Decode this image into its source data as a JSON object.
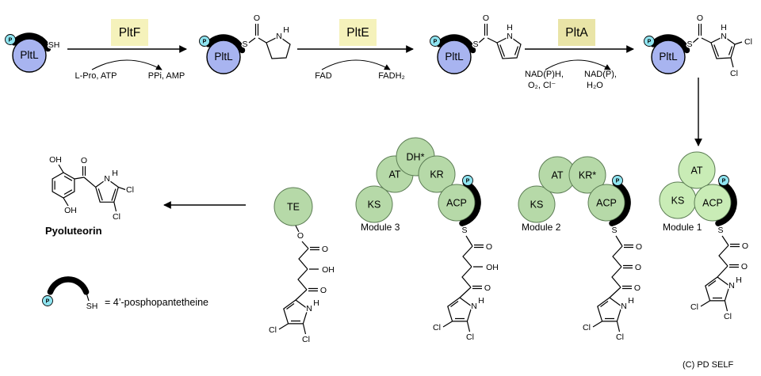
{
  "meta": {
    "credit": "(C) PD SELF"
  },
  "colors": {
    "carrier": "#a8b4f0",
    "p_tag": "#8fe4f0",
    "enzyme_box": "#f5f2bb",
    "enzyme_box_alt": "#e9e4a7",
    "domain": "#b6d9a8",
    "domain_bright": "#c9ecb6"
  },
  "carrier": {
    "label": "PltL"
  },
  "atoms": {
    "S": "S",
    "SH": "SH",
    "O": "O",
    "OH": "OH",
    "N": "N",
    "H": "H",
    "Cl": "Cl",
    "P": "P"
  },
  "reactions": [
    {
      "enzyme": "PltF",
      "inputs": "L-Pro, ATP",
      "outputs": "PPi, AMP"
    },
    {
      "enzyme": "PltE",
      "inputs": "FAD",
      "outputs": "FADH₂"
    },
    {
      "enzyme": "PltA",
      "inputs_line1": "NAD(P)H,",
      "inputs_line2": "O₂, Cl⁻",
      "outputs_line1": "NAD(P),",
      "outputs_line2": "H₂O"
    }
  ],
  "modules": [
    {
      "label": "Module 1",
      "domains": [
        "KS",
        "AT",
        "ACP"
      ]
    },
    {
      "label": "Module 2",
      "domains": [
        "KS",
        "AT",
        "KR*",
        "ACP"
      ]
    },
    {
      "label": "Module 3",
      "domains": [
        "KS",
        "AT",
        "DH*",
        "KR",
        "ACP"
      ]
    }
  ],
  "te": {
    "label": "TE"
  },
  "product": {
    "label": "Pyoluteorin"
  },
  "legend": {
    "definition": "= 4’-posphopantetheine"
  }
}
